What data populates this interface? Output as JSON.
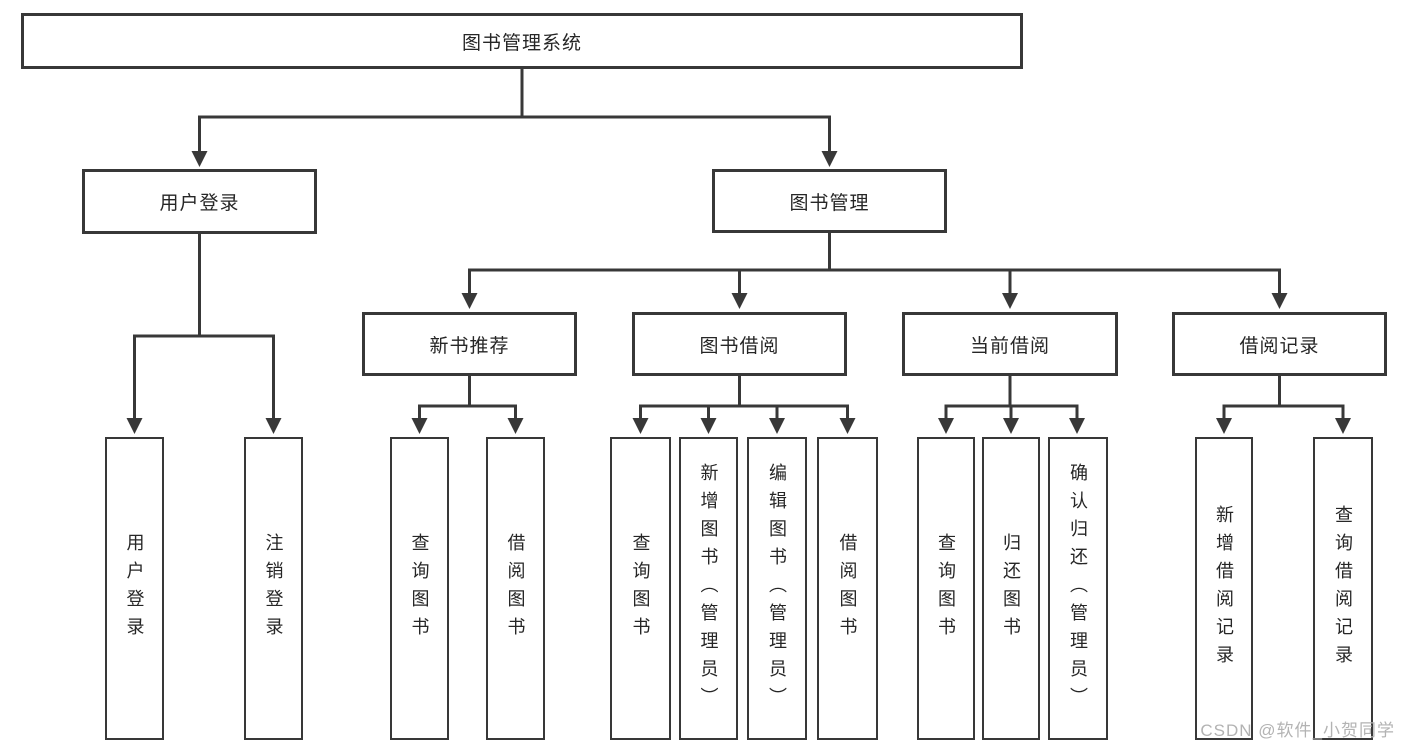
{
  "tree": {
    "root": {
      "label": "图书管理系统",
      "children": [
        {
          "label": "用户登录",
          "children": [
            {
              "label": "用户登录"
            },
            {
              "label": "注销登录"
            }
          ]
        },
        {
          "label": "图书管理",
          "children": [
            {
              "label": "新书推荐",
              "children": [
                {
                  "label": "查询图书"
                },
                {
                  "label": "借阅图书"
                }
              ]
            },
            {
              "label": "图书借阅",
              "children": [
                {
                  "label": "查询图书"
                },
                {
                  "label": "新增图书（管理员）"
                },
                {
                  "label": "编辑图书（管理员）"
                },
                {
                  "label": "借阅图书"
                }
              ]
            },
            {
              "label": "当前借阅",
              "children": [
                {
                  "label": "查询图书"
                },
                {
                  "label": "归还图书"
                },
                {
                  "label": "确认归还（管理员）"
                }
              ]
            },
            {
              "label": "借阅记录",
              "children": [
                {
                  "label": "新增借阅记录"
                },
                {
                  "label": "查询借阅记录"
                }
              ]
            }
          ]
        }
      ]
    }
  },
  "watermark": {
    "text": "CSDN @软件_小贺同学"
  },
  "colors": {
    "line": "#383838",
    "box_border": "#383838",
    "text": "#262626",
    "watermark": "#b3b3b3",
    "background": "#ffffff"
  }
}
